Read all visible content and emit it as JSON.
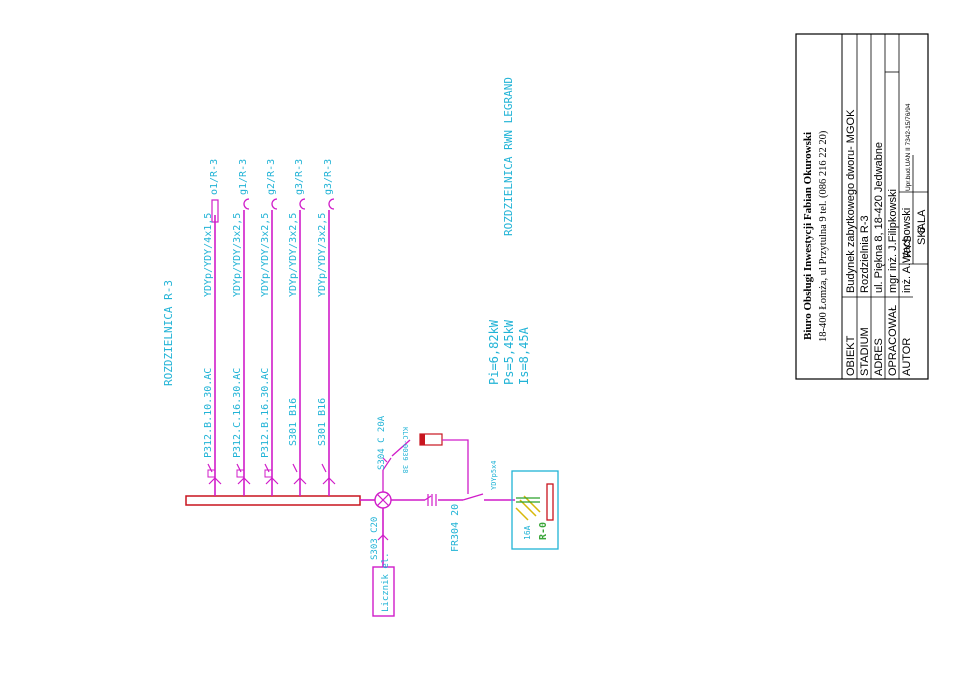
{
  "diagram": {
    "board_title": "ROZDZIELNICA R-3",
    "source_title": "ROZDZIELNICA RWN LEGRAND",
    "power": {
      "pi": "Pi=6,82kW",
      "ps": "Ps=5,45kW",
      "is": "Is=8,45A"
    },
    "circuits": [
      {
        "breaker": "P312.B.10.30.AC",
        "cable": "YDYp/YDY/4x1,5",
        "outlet": "o1/R-3"
      },
      {
        "breaker": "P312.C.16.30.AC",
        "cable": "YDYp/YDY/3x2,5",
        "outlet": "g1/R-3"
      },
      {
        "breaker": "P312.B.16.30.AC",
        "cable": "YDYp/YDY/3x2,5",
        "outlet": "g2/R-3"
      },
      {
        "breaker": "S301 B16",
        "cable": "YDYp/YDY/3x2,5",
        "outlet": "g3/R-3"
      },
      {
        "breaker": "S301 B16",
        "cable": "YDYp/YDY/3x2,5",
        "outlet": "g3/R-3"
      }
    ],
    "surge": {
      "label": "S304 C 20A",
      "device": "KLC-0039 38"
    },
    "meter": {
      "breaker": "S303 C20",
      "label": "Licznik el."
    },
    "main_switch": "FR304 20",
    "feed_cable": "YDYp5x4",
    "source_box": {
      "rating": "16A",
      "name": "R-0"
    }
  },
  "title_block": {
    "company": "Biuro Obsługi Inwestycji Fabian Okurowski",
    "address": "18-400 Łomża, ul Przytulna 9 tel. (086 216 22 20)",
    "rows": [
      {
        "label": "OBIEKT",
        "value": "Budynek zabytkowego dworu- MGOK"
      },
      {
        "label": "STADIUM",
        "value": "Rozdzielnia R-3"
      },
      {
        "label": "ADRES",
        "value": "ul. Piękna 8, 18-420 Jedwabne"
      },
      {
        "label": "OPRACOWAŁ",
        "value": "mgr inż. J.Filipkowski"
      },
      {
        "label": "AUTOR",
        "value": "inż. A.Wachowski",
        "note": "Upr.bud.UAN II 7342-15/76/94"
      }
    ],
    "rys_label": "RYS",
    "rys_value": "6",
    "skala_label": "SKALA"
  }
}
